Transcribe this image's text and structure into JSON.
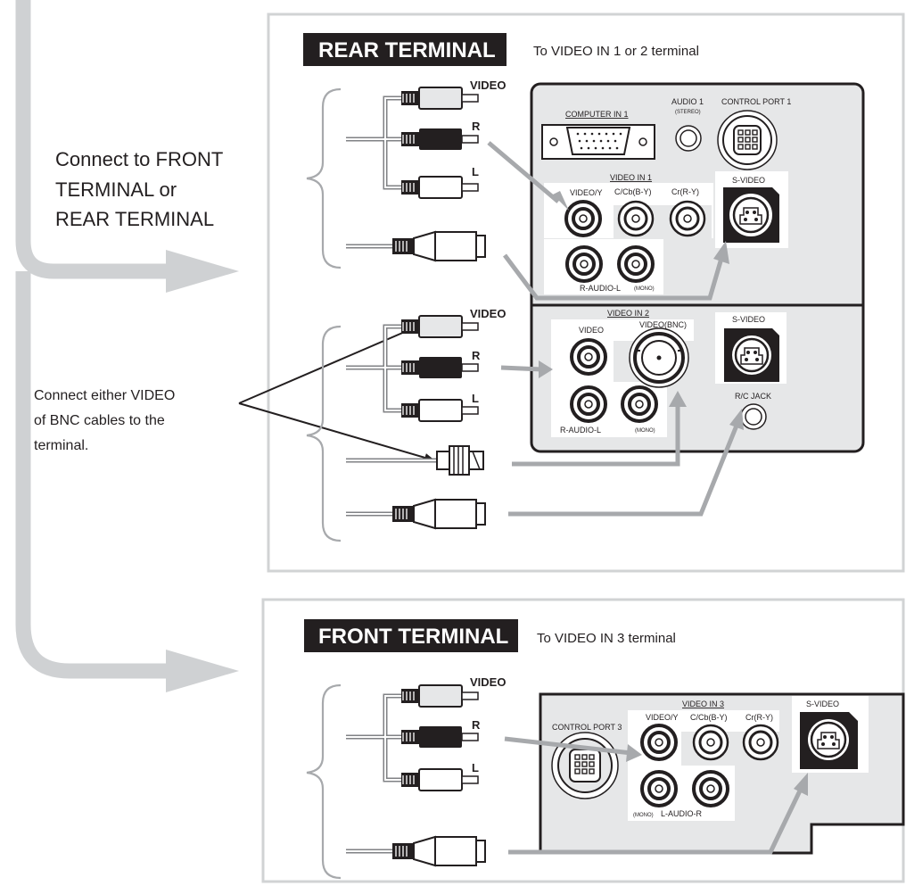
{
  "rear_terminal": {
    "header": "REAR TERMINAL",
    "subtitle": "To VIDEO IN 1 or 2 terminal",
    "cable_labels": {
      "video_1": "VIDEO",
      "r_1": "R",
      "l_1": "L",
      "video_2": "VIDEO",
      "r_2": "R",
      "l_2": "L"
    },
    "panel": {
      "computer_in_1": "COMPUTER IN 1",
      "audio_1": "AUDIO 1",
      "audio_1_stereo": "(STEREO)",
      "control_port_1": "CONTROL PORT 1",
      "video_in_1": "VIDEO IN 1",
      "video_y": "VIDEO/Y",
      "c_cb": "C/Cb(B-Y)",
      "cr": "Cr(R-Y)",
      "s_video_1": "S-VIDEO",
      "r_audio_l_1": "R-AUDIO-L",
      "mono_1": "(MONO)",
      "video_in_2": "VIDEO IN 2",
      "video_2": "VIDEO",
      "video_bnc": "VIDEO(BNC)",
      "s_video_2": "S-VIDEO",
      "r_audio_l_2": "R-AUDIO-L",
      "mono_2": "(MONO)",
      "rc_jack": "R/C JACK"
    }
  },
  "front_terminal": {
    "header": "FRONT TERMINAL",
    "subtitle": "To VIDEO IN 3 terminal",
    "cable_labels": {
      "video": "VIDEO",
      "r": "R",
      "l": "L"
    },
    "panel": {
      "control_port_3": "CONTROL PORT 3",
      "video_in_3": "VIDEO IN 3",
      "video_y": "VIDEO/Y",
      "c_cb": "C/Cb(B-Y)",
      "cr": "Cr(R-Y)",
      "s_video": "S-VIDEO",
      "mono": "(MONO)",
      "l_audio_r": "L-AUDIO-R"
    }
  },
  "notes": {
    "connect_terminal": [
      "Connect to FRONT",
      "TERMINAL or",
      "REAR TERMINAL"
    ],
    "connect_bnc": [
      "Connect either VIDEO",
      "of BNC cables to the",
      "terminal."
    ]
  }
}
